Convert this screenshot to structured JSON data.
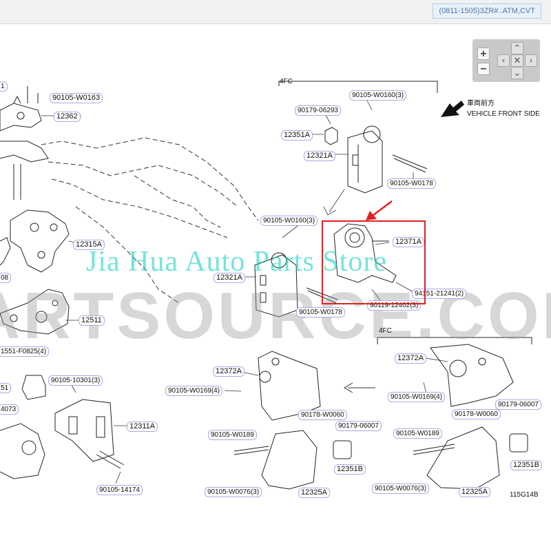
{
  "header": {
    "model_badge": "(0811-1505)3ZR#..ATM,CVT"
  },
  "nav": {
    "zoom_in": "+",
    "zoom_out": "−",
    "up": "⌃",
    "down": "⌄",
    "left": "‹",
    "right": "›",
    "reset": "✕"
  },
  "watermark": "Jia Hua Auto Parts Store",
  "background_watermark": "ARTSOURCE.COM",
  "diagram_code": "115G14B",
  "vehicle_front": {
    "cn": "車両前方",
    "en": "VEHICLE FRONT SIDE"
  },
  "group_labels": {
    "fc_top": "4FC",
    "fc_bottom": "4FC"
  },
  "parts": {
    "p_90105_W0163": "90105-W0163",
    "p_12362": "12362",
    "p_12315A": "12315A",
    "p_12511": "12511",
    "p_1551_F0825": "1551-F0825(4)",
    "p_90105_10301": "90105-10301(3)",
    "p_12311A": "12311A",
    "p_90105_14174": "90105-14174",
    "p_90105_W0160_top": "90105-W0160(3)",
    "p_90179_06293": "90179-06293",
    "p_12351A": "12351A",
    "p_12321A_top": "12321A",
    "p_90105_W0178_top": "90105-W0178",
    "p_90105_W0160_mid": "90105-W0160(3)",
    "p_12321A_mid": "12321A",
    "p_90105_W0178_mid": "90105-W0178",
    "p_12371A": "12371A",
    "p_94151_21241": "94151-21241(2)",
    "p_90119_12402": "90119-12402(3)",
    "p_12372A_left": "12372A",
    "p_90105_W0169_left": "90105-W0169(4)",
    "p_90178_W0060_left": "90178-W0060",
    "p_90179_06007_left": "90179-06007",
    "p_90105_W0189_left": "90105-W0189",
    "p_12351B_left": "12351B",
    "p_90105_W0076_left": "90105-W0076(3)",
    "p_12325A_left": "12325A",
    "p_12372A_right": "12372A",
    "p_90105_W0169_right": "90105-W0169(4)",
    "p_90179_06007_right": "90179-06007",
    "p_90178_W0060_right": "90178-W0060",
    "p_90105_W0189_right": "90105-W0189",
    "p_12351B_right": "12351B",
    "p_90105_W0076_right": "90105-W0076(3)",
    "p_12325A_right": "12325A",
    "p_frag_1": "1",
    "p_frag_08": "08",
    "p_frag_51": "51",
    "p_frag_4073": "4073"
  },
  "colors": {
    "highlight": "#e02020",
    "watermark": "#00cebe",
    "badge_text": "#4d76a6",
    "label_border": "#a9a9e8"
  }
}
